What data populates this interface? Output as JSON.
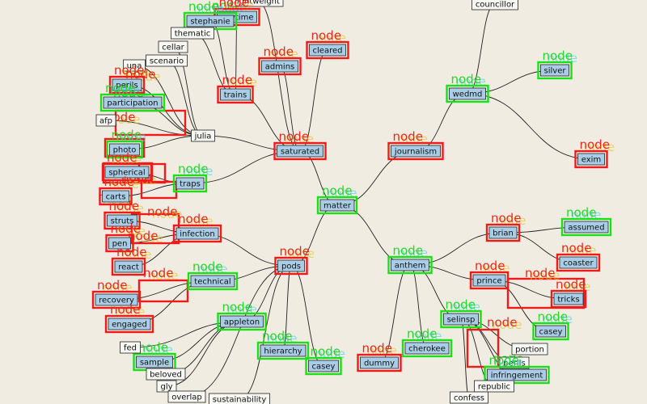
{
  "diagram": {
    "tag_text": "node",
    "colors": {
      "background": "#f1ece1",
      "edge": "#222222",
      "node_fill": "#f7f7f4",
      "highlight_fill": "#a9cde6",
      "green_frame": "#19e019",
      "red_frame": "#ee1b1b"
    },
    "nodes": [
      {
        "id": "lightweight",
        "label": "lightweight",
        "style": "plain"
      },
      {
        "id": "councillor",
        "label": "councillor",
        "style": "plain"
      },
      {
        "id": "anytime",
        "label": "anytime",
        "style": "red"
      },
      {
        "id": "stephanie",
        "label": "stephanie",
        "style": "green"
      },
      {
        "id": "thematic",
        "label": "thematic",
        "style": "plain"
      },
      {
        "id": "cellar",
        "label": "cellar",
        "style": "plain"
      },
      {
        "id": "una",
        "label": "una",
        "style": "plain"
      },
      {
        "id": "scenario",
        "label": "scenario",
        "style": "plain"
      },
      {
        "id": "perils",
        "label": "perils",
        "style": "red"
      },
      {
        "id": "participation",
        "label": "participation",
        "style": "green"
      },
      {
        "id": "afp",
        "label": "afp",
        "style": "plain"
      },
      {
        "id": "julia",
        "label": "julia",
        "style": "plain"
      },
      {
        "id": "photo",
        "label": "photo",
        "style": "green"
      },
      {
        "id": "spherical",
        "label": "spherical",
        "style": "red"
      },
      {
        "id": "carts",
        "label": "carts",
        "style": "red"
      },
      {
        "id": "traps",
        "label": "traps",
        "style": "green"
      },
      {
        "id": "struts",
        "label": "struts",
        "style": "red"
      },
      {
        "id": "infection",
        "label": "infection",
        "style": "red"
      },
      {
        "id": "pen",
        "label": "pen",
        "style": "red"
      },
      {
        "id": "react",
        "label": "react",
        "style": "red"
      },
      {
        "id": "technical",
        "label": "technical",
        "style": "green"
      },
      {
        "id": "recovery",
        "label": "recovery",
        "style": "red"
      },
      {
        "id": "engaged",
        "label": "engaged",
        "style": "red"
      },
      {
        "id": "admins",
        "label": "admins",
        "style": "red"
      },
      {
        "id": "cleared",
        "label": "cleared",
        "style": "red"
      },
      {
        "id": "trains",
        "label": "trains",
        "style": "red"
      },
      {
        "id": "saturated",
        "label": "saturated",
        "style": "red"
      },
      {
        "id": "matter",
        "label": "matter",
        "style": "green"
      },
      {
        "id": "journalism",
        "label": "journalism",
        "style": "red"
      },
      {
        "id": "wedmd",
        "label": "wedmd",
        "style": "green"
      },
      {
        "id": "silver",
        "label": "silver",
        "style": "green"
      },
      {
        "id": "exim",
        "label": "exim",
        "style": "red"
      },
      {
        "id": "pods",
        "label": "pods",
        "style": "red"
      },
      {
        "id": "anthem",
        "label": "anthem",
        "style": "green"
      },
      {
        "id": "brian",
        "label": "brian",
        "style": "red"
      },
      {
        "id": "assumed",
        "label": "assumed",
        "style": "green"
      },
      {
        "id": "coaster",
        "label": "coaster",
        "style": "red"
      },
      {
        "id": "prince",
        "label": "prince",
        "style": "red"
      },
      {
        "id": "tricks",
        "label": "tricks",
        "style": "red"
      },
      {
        "id": "casey_r",
        "label": "casey",
        "style": "green"
      },
      {
        "id": "selinsp",
        "label": "selinsp",
        "style": "green"
      },
      {
        "id": "portion",
        "label": "portion",
        "style": "plain"
      },
      {
        "id": "perils2",
        "label": "perils",
        "style": "plain"
      },
      {
        "id": "infringement",
        "label": "infringement",
        "style": "green"
      },
      {
        "id": "republic",
        "label": "republic",
        "style": "plain"
      },
      {
        "id": "confess",
        "label": "confess",
        "style": "plain"
      },
      {
        "id": "cherokee",
        "label": "cherokee",
        "style": "green"
      },
      {
        "id": "dummy",
        "label": "dummy",
        "style": "red"
      },
      {
        "id": "casey_b",
        "label": "casey",
        "style": "green"
      },
      {
        "id": "hierarchy",
        "label": "hierarchy",
        "style": "green"
      },
      {
        "id": "appleton",
        "label": "appleton",
        "style": "green"
      },
      {
        "id": "sample",
        "label": "sample",
        "style": "green"
      },
      {
        "id": "fed",
        "label": "fed",
        "style": "plain"
      },
      {
        "id": "beloved",
        "label": "beloved",
        "style": "plain"
      },
      {
        "id": "gly",
        "label": "gly",
        "style": "plain"
      },
      {
        "id": "overlap",
        "label": "overlap",
        "style": "plain"
      },
      {
        "id": "sustainability",
        "label": "sustainability",
        "style": "plain"
      }
    ],
    "edges": [
      [
        "matter",
        "saturated"
      ],
      [
        "matter",
        "journalism"
      ],
      [
        "matter",
        "pods"
      ],
      [
        "matter",
        "anthem"
      ],
      [
        "saturated",
        "admins"
      ],
      [
        "saturated",
        "cleared"
      ],
      [
        "saturated",
        "trains"
      ],
      [
        "saturated",
        "julia"
      ],
      [
        "saturated",
        "traps"
      ],
      [
        "saturated",
        "lightweight"
      ],
      [
        "trains",
        "stephanie"
      ],
      [
        "trains",
        "thematic"
      ],
      [
        "trains",
        "anytime"
      ],
      [
        "julia",
        "cellar"
      ],
      [
        "julia",
        "scenario"
      ],
      [
        "julia",
        "una"
      ],
      [
        "julia",
        "perils"
      ],
      [
        "julia",
        "participation"
      ],
      [
        "julia",
        "afp"
      ],
      [
        "julia",
        "photo"
      ],
      [
        "traps",
        "spherical"
      ],
      [
        "traps",
        "carts"
      ],
      [
        "journalism",
        "wedmd"
      ],
      [
        "wedmd",
        "councillor"
      ],
      [
        "wedmd",
        "silver"
      ],
      [
        "wedmd",
        "exim"
      ],
      [
        "pods",
        "infection"
      ],
      [
        "pods",
        "technical"
      ],
      [
        "pods",
        "appleton"
      ],
      [
        "pods",
        "hierarchy"
      ],
      [
        "pods",
        "casey_b"
      ],
      [
        "pods",
        "overlap"
      ],
      [
        "pods",
        "sustainability"
      ],
      [
        "infection",
        "struts"
      ],
      [
        "infection",
        "pen"
      ],
      [
        "infection",
        "react"
      ],
      [
        "technical",
        "recovery"
      ],
      [
        "technical",
        "engaged"
      ],
      [
        "appleton",
        "sample"
      ],
      [
        "appleton",
        "fed"
      ],
      [
        "appleton",
        "beloved"
      ],
      [
        "appleton",
        "gly"
      ],
      [
        "anthem",
        "brian"
      ],
      [
        "anthem",
        "prince"
      ],
      [
        "anthem",
        "selinsp"
      ],
      [
        "anthem",
        "cherokee"
      ],
      [
        "anthem",
        "dummy"
      ],
      [
        "brian",
        "assumed"
      ],
      [
        "brian",
        "coaster"
      ],
      [
        "prince",
        "tricks"
      ],
      [
        "prince",
        "casey_r"
      ],
      [
        "selinsp",
        "portion"
      ],
      [
        "selinsp",
        "perils2"
      ],
      [
        "selinsp",
        "infringement"
      ],
      [
        "selinsp",
        "republic"
      ],
      [
        "selinsp",
        "confess"
      ]
    ]
  }
}
